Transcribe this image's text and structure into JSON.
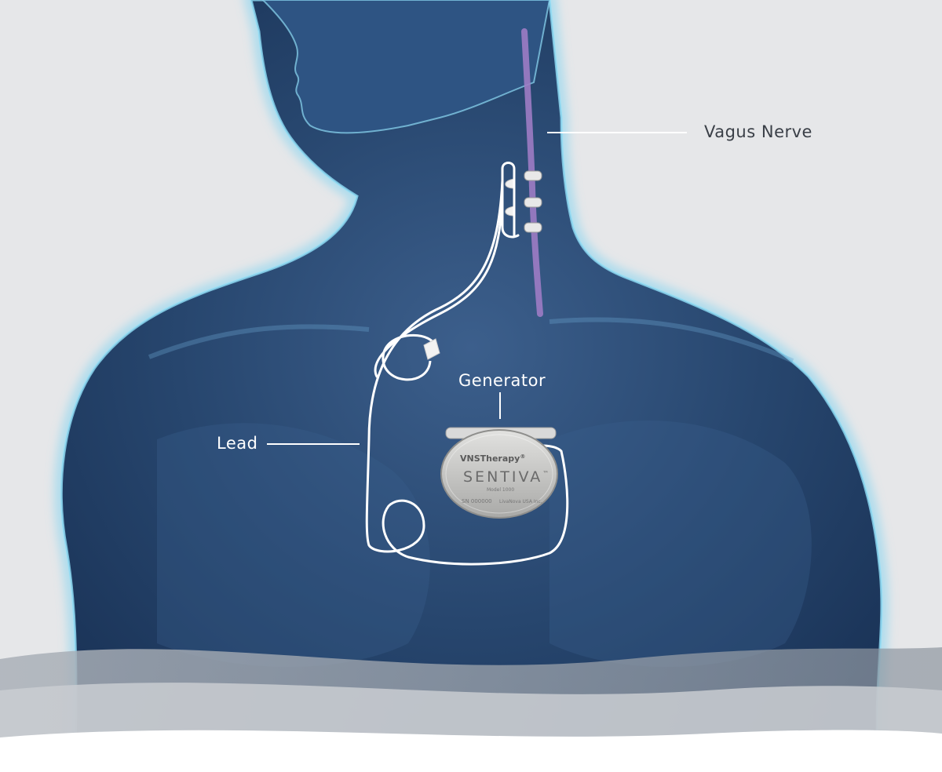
{
  "labels": {
    "vagus_nerve": "Vagus Nerve",
    "generator": "Generator",
    "lead": "Lead"
  },
  "device": {
    "brand": "VNSTherapy",
    "trademark": "®",
    "model_name": "SENTIVA",
    "model_trademark": "™",
    "model_number": "Model 1000",
    "serial": "SN 000000",
    "maker": "LivaNova USA Inc."
  },
  "colors": {
    "background": "#e6e7e9",
    "body_fill": "#2a4a73",
    "body_glow": "#7fd3f0",
    "nerve": "#9d7cc4",
    "lead_wire": "#ffffff",
    "generator_case": "#c9c9c7"
  }
}
